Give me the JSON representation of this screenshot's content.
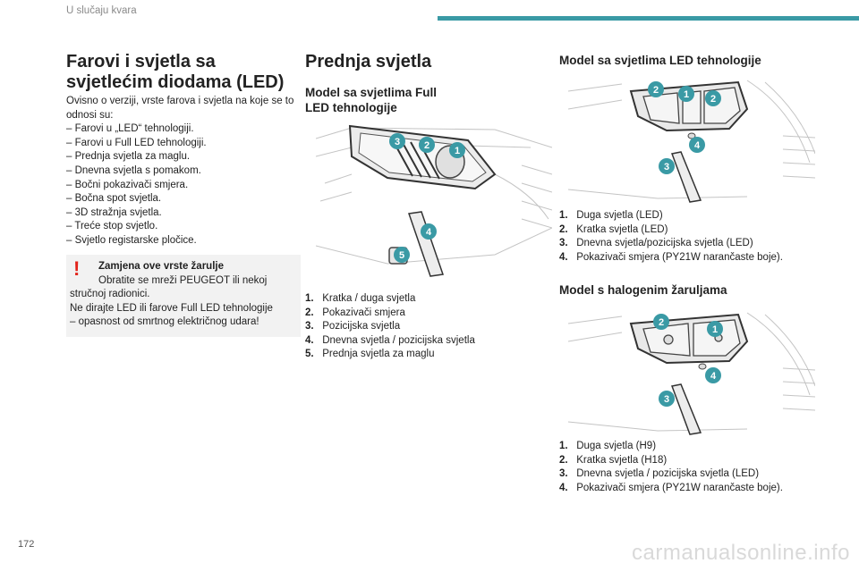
{
  "header": {
    "chapter_title": "U slučaju kvara",
    "accent_color": "#3a9aa5"
  },
  "page_number": "172",
  "watermark": "carmanualsonline.info",
  "col1": {
    "title": "Farovi i svjetla sa svjetlećim diodama (LED)",
    "intro": "Ovisno o verziji, vrste farova i svjetla na koje se to odnosi su:",
    "items": [
      "– Farovi u „LED“ tehnologiji.",
      "– Farovi u Full LED tehnologiji.",
      "– Prednja svjetla za maglu.",
      "– Dnevna svjetla s pomakom.",
      "– Bočni pokazivači smjera.",
      "– Bočna spot svjetla.",
      "– 3D stražnja svjetla.",
      "– Treće stop svjetlo.",
      "– Svjetlo registarske pločice."
    ],
    "warning": {
      "icon": "exclamation-icon",
      "color": "#e2231a",
      "title": "Zamjena ove vrste žarulje",
      "line1": "Obratite se mreži PEUGEOT ili nekoj",
      "line2": "stručnoj radionici.",
      "line3": "Ne dirajte LED ili farove Full LED tehnologije",
      "line4": "– opasnost od smrtnog električnog udara!"
    }
  },
  "col2": {
    "title": "Prednja svjetla",
    "subtitle_line1": "Model sa svjetlima Full",
    "subtitle_line2": "LED tehnologije",
    "callouts": [
      "3",
      "2",
      "1",
      "4",
      "5"
    ],
    "list": [
      {
        "num": "1.",
        "text": "Kratka / duga svjetla"
      },
      {
        "num": "2.",
        "text": "Pokazivači smjera"
      },
      {
        "num": "3.",
        "text": "Pozicijska svjetla"
      },
      {
        "num": "4.",
        "text": "Dnevna svjetla / pozicijska svjetla"
      },
      {
        "num": "5.",
        "text": "Prednja svjetla za maglu"
      }
    ]
  },
  "col3": {
    "section1_title": "Model sa svjetlima LED tehnologije",
    "callouts1": [
      "2",
      "1",
      "2",
      "4",
      "3"
    ],
    "list1": [
      {
        "num": "1.",
        "text": "Duga svjetla (LED)"
      },
      {
        "num": "2.",
        "text": "Kratka svjetla (LED)"
      },
      {
        "num": "3.",
        "text": "Dnevna svjetla/pozicijska svjetla (LED)"
      },
      {
        "num": "4.",
        "text": "Pokazivači smjera (PY21W narančaste boje)."
      }
    ],
    "section2_title": "Model s halogenim žaruljama",
    "callouts2": [
      "2",
      "1",
      "4",
      "3"
    ],
    "list2": [
      {
        "num": "1.",
        "text": "Duga svjetla (H9)"
      },
      {
        "num": "2.",
        "text": "Kratka svjetla (H18)"
      },
      {
        "num": "3.",
        "text": "Dnevna svjetla / pozicijska svjetla (LED)"
      },
      {
        "num": "4.",
        "text": "Pokazivači smjera (PY21W narančaste boje)."
      }
    ]
  }
}
